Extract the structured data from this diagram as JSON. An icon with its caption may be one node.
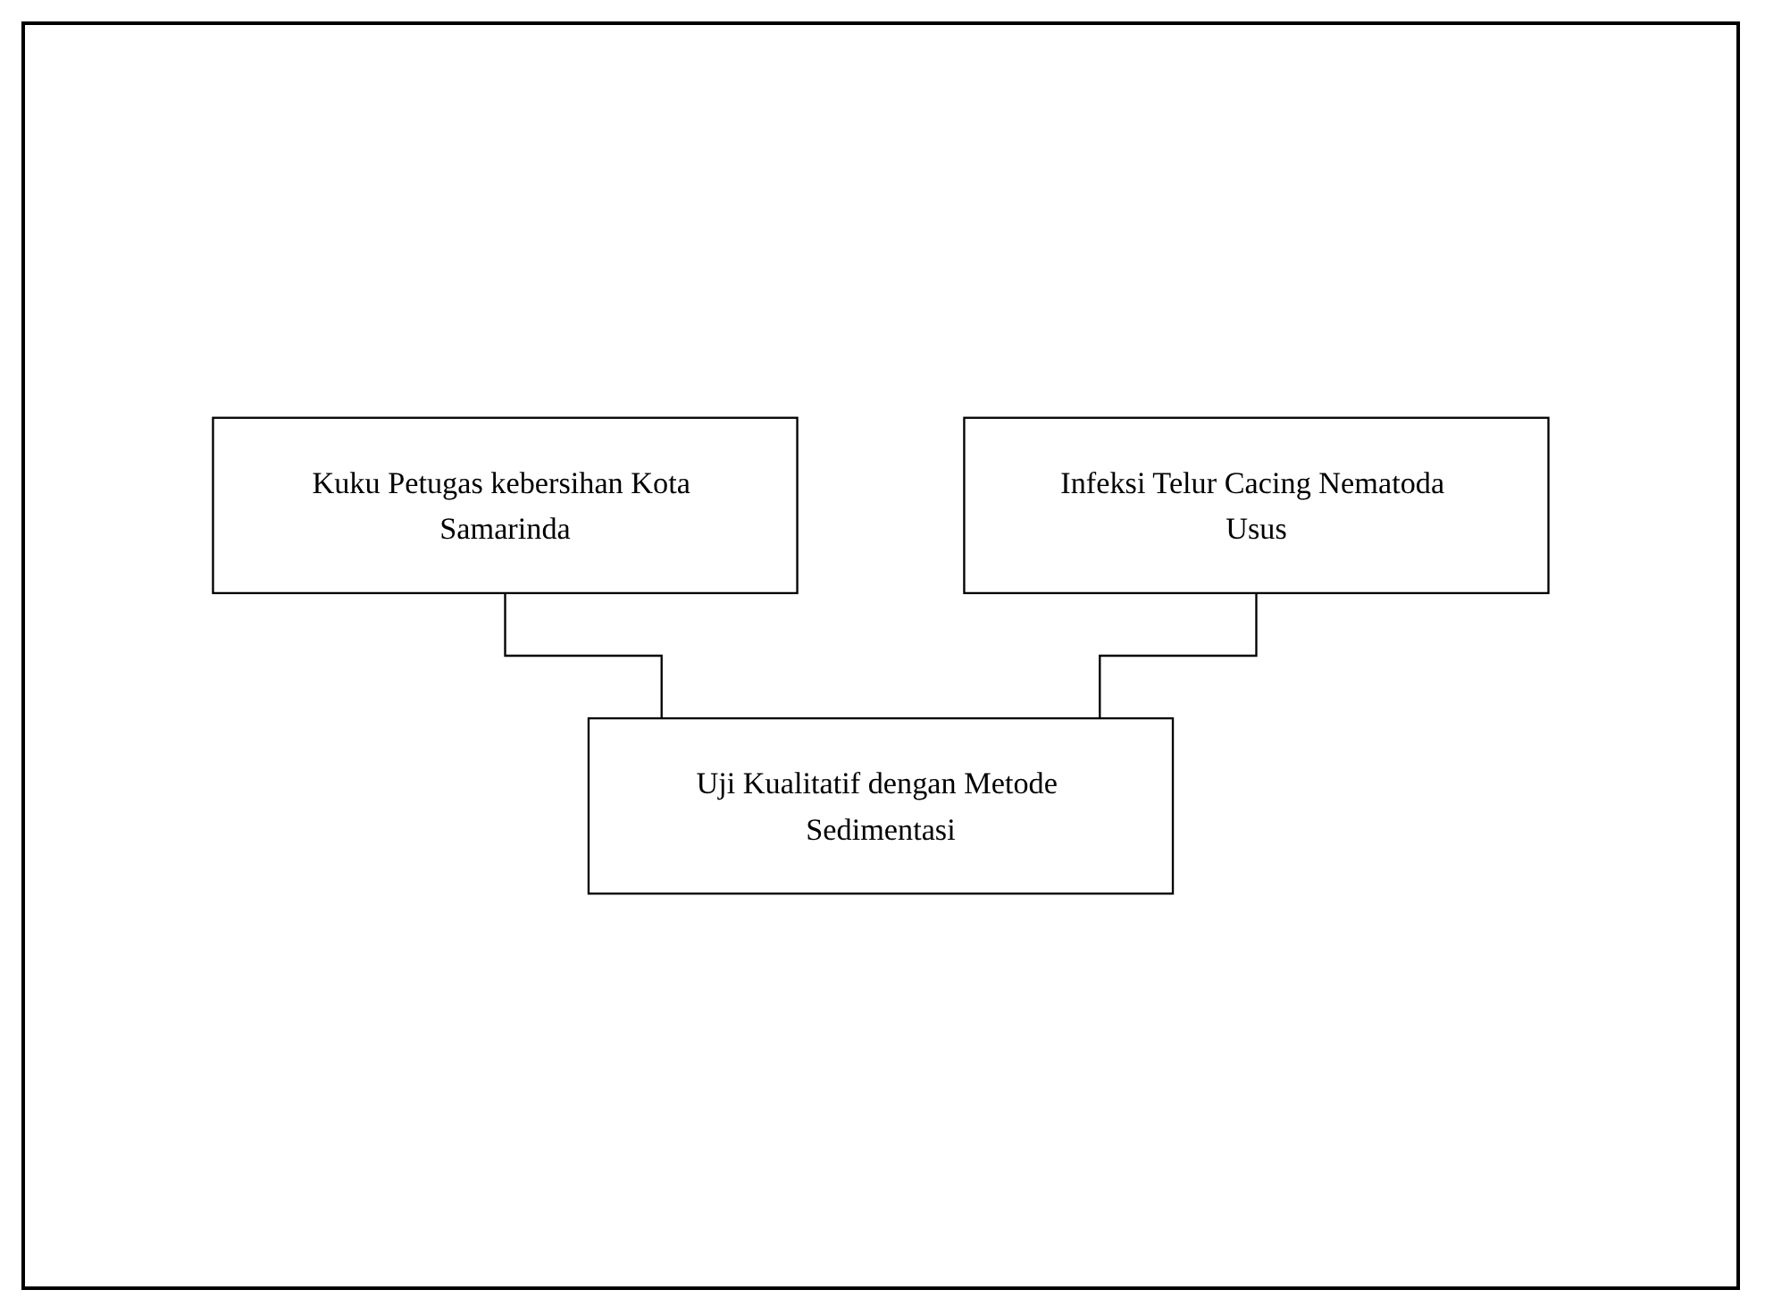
{
  "diagram": {
    "nodes": [
      {
        "text": [
          "Kuku Petugas kebersihan Kota Samarinda"
        ]
      },
      {
        "text": [
          "Infeksi Telur Cacing Nematoda Usus"
        ]
      },
      {
        "text": [
          "Uji Kualitatif dengan Metode Sedimentasi"
        ]
      }
    ],
    "edges": [
      {
        "from": 0,
        "to": 2,
        "arrow": "none"
      },
      {
        "from": 1,
        "to": 2,
        "arrow": "none"
      }
    ]
  }
}
